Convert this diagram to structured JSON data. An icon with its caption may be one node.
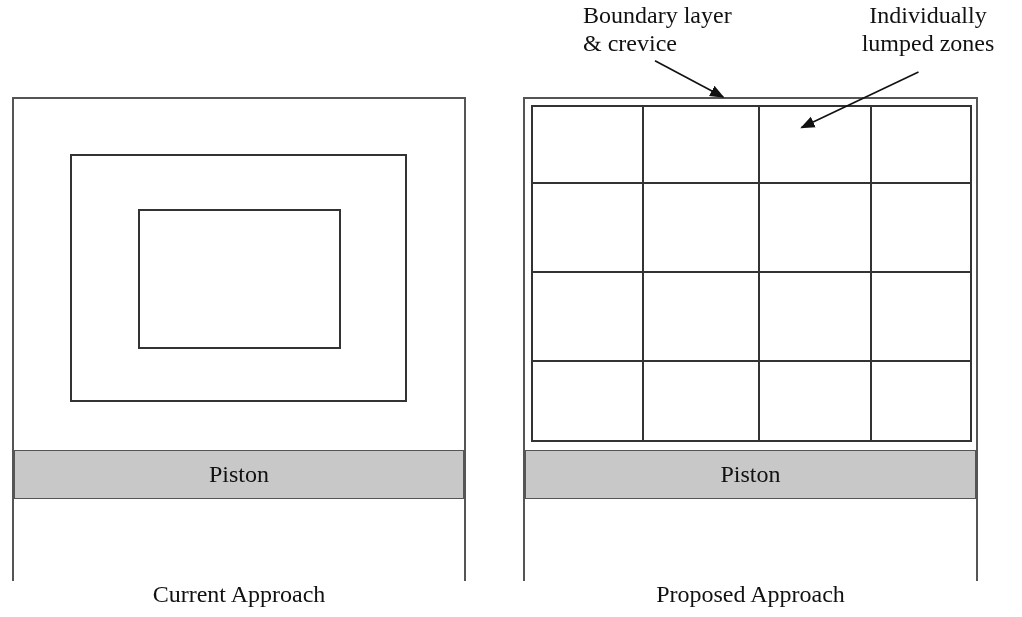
{
  "diagram": {
    "nodes": [
      {
        "text": [],
        "shape": "box",
        "beside": [
          "Current Approach"
        ]
      },
      {
        "text": [],
        "shape": "box",
        "in": 0
      },
      {
        "text": [],
        "shape": "box",
        "in": 1
      },
      {
        "text": [
          "Piston"
        ],
        "in": 0
      },
      {
        "text": [],
        "shape": "box",
        "beside": [
          "Proposed Approach"
        ]
      },
      {
        "text": [],
        "shape": "box",
        "in": 4
      },
      {
        "text": [],
        "shape": "box",
        "in": 5
      },
      {
        "text": [],
        "shape": "box",
        "in": 5
      },
      {
        "text": [],
        "shape": "box",
        "in": 5
      },
      {
        "text": [],
        "shape": "box",
        "in": 5
      },
      {
        "text": [],
        "shape": "box",
        "in": 5
      },
      {
        "text": [],
        "shape": "box",
        "in": 5
      },
      {
        "text": [],
        "shape": "box",
        "in": 5
      },
      {
        "text": [],
        "shape": "box",
        "in": 5
      },
      {
        "text": [],
        "shape": "box",
        "in": 5
      },
      {
        "text": [],
        "shape": "box",
        "in": 5
      },
      {
        "text": [],
        "shape": "box",
        "in": 5
      },
      {
        "text": [],
        "shape": "box",
        "in": 5
      },
      {
        "text": [],
        "shape": "box",
        "in": 5
      },
      {
        "text": [],
        "shape": "box",
        "in": 5
      },
      {
        "text": [],
        "shape": "box",
        "in": 5
      },
      {
        "text": [],
        "shape": "box",
        "in": 5
      },
      {
        "text": [
          "Piston"
        ],
        "in": 4
      },
      {
        "text": [
          "Boundary layer & crevice"
        ]
      },
      {
        "text": [
          "Individually lumped zones"
        ]
      }
    ],
    "edges": [
      {
        "from": 23,
        "to": 4,
        "arrow": "to"
      },
      {
        "from": 24,
        "to": 8,
        "arrow": "to"
      }
    ]
  }
}
